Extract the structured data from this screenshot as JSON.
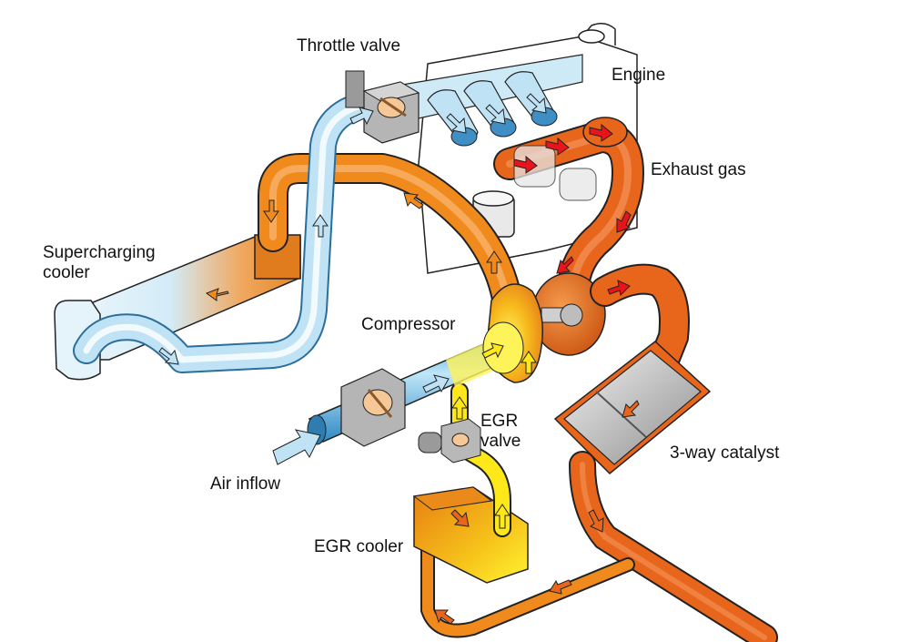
{
  "diagram": {
    "title": "Engine intake, exhaust and EGR system",
    "labels": {
      "throttle_valve": "Throttle valve",
      "engine": "Engine",
      "exhaust_gas": "Exhaust gas",
      "supercharging_cooler": "Supercharging\ncooler",
      "compressor": "Compressor",
      "egr_valve": "EGR\nvalve",
      "air_inflow": "Air inflow",
      "three_way_catalyst": "3-way catalyst",
      "egr_cooler": "EGR cooler"
    },
    "colors": {
      "intake_air": "#bfe3f5",
      "intake_air_dark": "#4fa8d8",
      "hot_charge": "#f08a1c",
      "exhaust": "#e8661c",
      "exhaust_arrow": "#e8141c",
      "egr_gas": "#ffe81a",
      "valve_body": "#a8a8a8",
      "outline": "#1a1a1a"
    }
  }
}
